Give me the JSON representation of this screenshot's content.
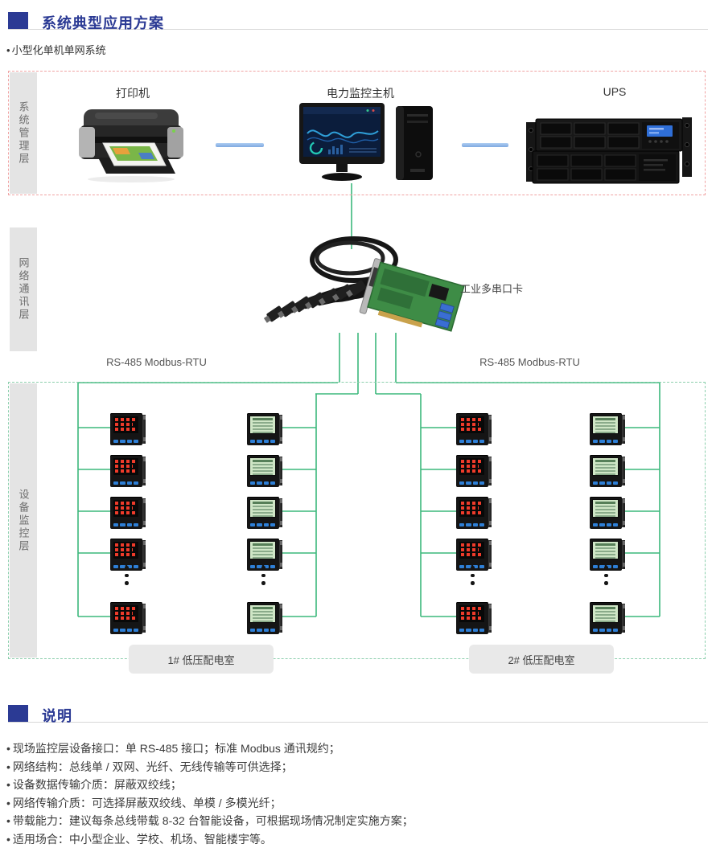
{
  "header": {
    "title": "系统典型应用方案",
    "subtitle": "小型化单机单网系统"
  },
  "layers": [
    {
      "label": "系统管理层"
    },
    {
      "label": "网络通讯层"
    },
    {
      "label": "设备监控层"
    }
  ],
  "management": {
    "devices": [
      {
        "id": "printer",
        "label": "打印机"
      },
      {
        "id": "host",
        "label": "电力监控主机"
      },
      {
        "id": "ups",
        "label": "UPS"
      }
    ]
  },
  "network": {
    "card_label": "工业多串口卡",
    "bus_label_left": "RS-485 Modbus-RTU",
    "bus_label_right": "RS-485 Modbus-RTU"
  },
  "device_layer": {
    "columns": [
      {
        "meter_type": "red-led"
      },
      {
        "meter_type": "green-lcd"
      },
      {
        "meter_type": "red-led"
      },
      {
        "meter_type": "green-lcd"
      }
    ],
    "visible_meters_per_column": 5,
    "room_labels": [
      "1# 低压配电室",
      "2# 低压配电室"
    ]
  },
  "notes": {
    "title": "说明",
    "items": [
      "现场监控层设备接口：单 RS-485 接口；标准 Modbus 通讯规约；",
      "网络结构：总线单 / 双网、光纤、无线传输等可供选择；",
      "设备数据传输介质：屏蔽双绞线；",
      "网络传输介质：可选择屏蔽双绞线、单模 / 多模光纤；",
      "带载能力：建议每条总线带载 8-32 台智能设备，可根据现场情况制定实施方案；",
      "适用场合：中小型企业、学校、机场、智能楼宇等。"
    ]
  },
  "colors": {
    "accent_blue": "#2b3a94",
    "bus_green": "#3cb87c",
    "link_blue": "#8fb8e0",
    "mgmt_box_border": "#f0a3a3",
    "device_box_border": "#8ccfad"
  }
}
